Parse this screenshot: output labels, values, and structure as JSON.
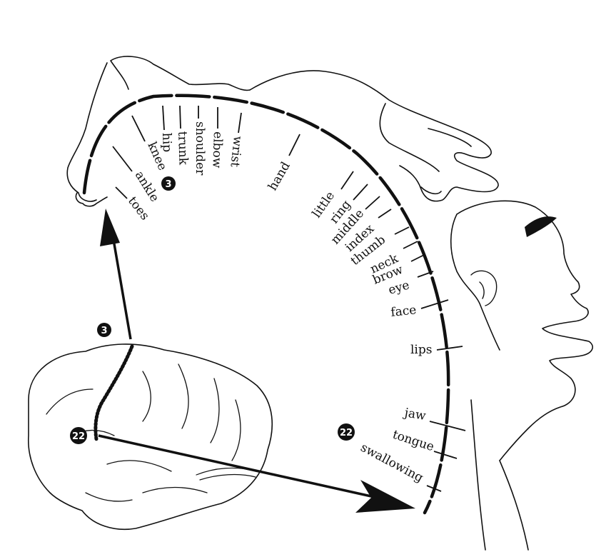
{
  "labels": {
    "toes": "toes",
    "ankle": "ankle",
    "knee": "knee",
    "hip": "hip",
    "trunk": "trunk",
    "shoulder": "shoulder",
    "elbow": "elbow",
    "wrist": "wrist",
    "hand": "hand",
    "little": "little",
    "ring": "ring",
    "middle": "middle",
    "index": "index",
    "thumb": "thumb",
    "neck": "neck",
    "brow": "brow",
    "eye": "eye",
    "face": "face",
    "lips": "lips",
    "jaw": "jaw",
    "tongue": "tongue",
    "swallowing": "swallowing"
  },
  "markers": {
    "top": "3",
    "bottom": "22"
  }
}
